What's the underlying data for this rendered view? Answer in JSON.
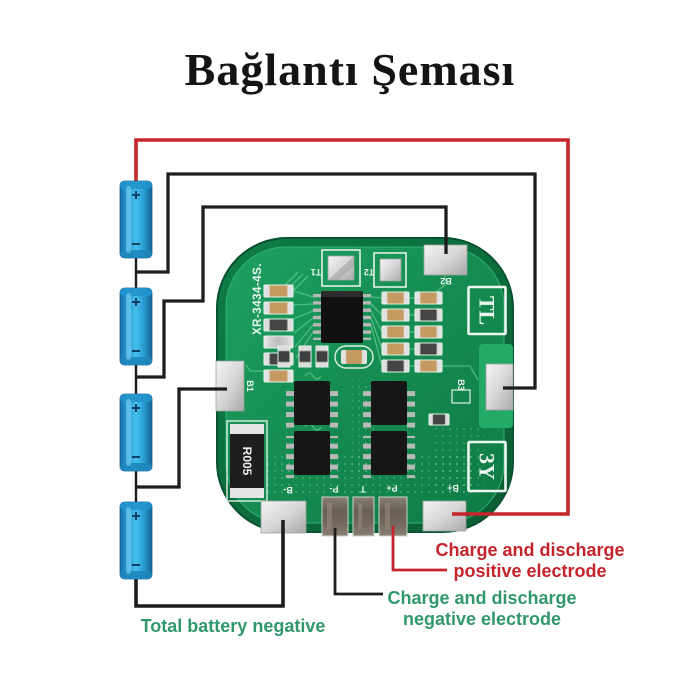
{
  "title": "Bağlantı Şeması",
  "board": {
    "model_silk": "XR-3434-4S.",
    "brand_top": "TL",
    "brand_bottom": "3Y",
    "shunt_label": "R005",
    "pad_labels": {
      "t1": "T1",
      "t2": "T2",
      "b1": "B1",
      "b2": "B2",
      "b3": "B3",
      "b_plus": "B+",
      "b_minus": "B-",
      "p_minus": "P-",
      "t": "T",
      "p_plus": "P+"
    }
  },
  "battery": {
    "plus_mark": "+",
    "minus_mark": "−",
    "count": 4
  },
  "callouts": {
    "positive_line1": "Charge and discharge",
    "positive_line2": "positive electrode",
    "negative_line1": "Charge and discharge",
    "negative_line2": "negative electrode",
    "total_negative": "Total battery negative"
  },
  "colors": {
    "wire_positive": "#c5252b",
    "wire_negative": "#1d1d1d",
    "callout_positive": "#c5242b",
    "callout_negative": "#31986d",
    "board_green": "#148a4f",
    "battery_blue": "#2ea9e0",
    "pad_silver": "#d9d9d9"
  }
}
